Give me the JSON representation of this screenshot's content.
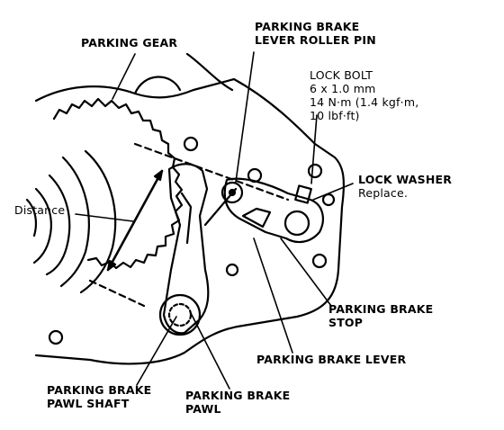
{
  "labels": {
    "parking_gear": "PARKING GEAR",
    "roller_pin": [
      "PARKING BRAKE",
      "LEVER ROLLER PIN"
    ],
    "lock_bolt": [
      "LOCK BOLT",
      "6 x 1.0 mm",
      "14 N·m (1.4 kgf·m,",
      "10 lbf·ft)"
    ],
    "lock_washer": [
      "LOCK WASHER",
      "Replace."
    ],
    "distance": "Distance",
    "brake_stop": [
      "PARKING BRAKE",
      "STOP"
    ],
    "brake_lever": "PARKING BRAKE LEVER",
    "pawl_shaft": [
      "PARKING BRAKE",
      "PAWL SHAFT"
    ],
    "pawl": [
      "PARKING BRAKE",
      "PAWL"
    ]
  },
  "colors": {
    "ink": "#000000",
    "paper": "#ffffff"
  }
}
